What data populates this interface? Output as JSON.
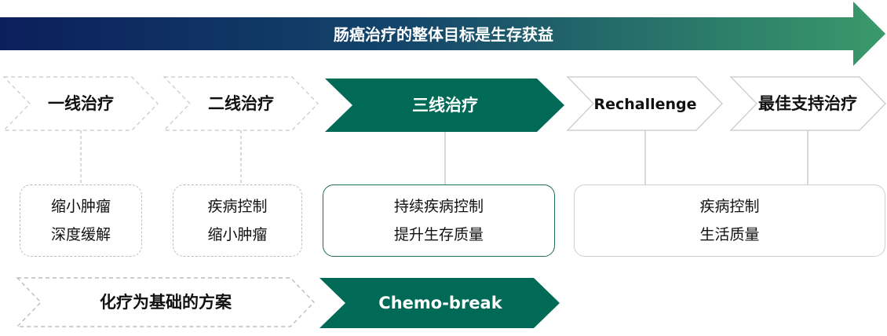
{
  "banner": {
    "title": "肠癌治疗的整体目标是生存获益"
  },
  "lines": [
    {
      "label": "一线治疗",
      "style": "dashed"
    },
    {
      "label": "二线治疗",
      "style": "dashed"
    },
    {
      "label": "三线治疗",
      "style": "filled"
    },
    {
      "label": "Rechallenge",
      "style": "outline"
    },
    {
      "label": "最佳支持治疗",
      "style": "outline"
    }
  ],
  "goals": [
    {
      "lines": [
        "缩小肿瘤",
        "深度缓解"
      ]
    },
    {
      "lines": [
        "疾病控制",
        "缩小肿瘤"
      ]
    },
    {
      "lines": [
        "持续疾病控制",
        "提升生存质量"
      ]
    },
    {
      "lines": [
        "疾病控制",
        "生活质量"
      ]
    }
  ],
  "regimens": [
    {
      "label": "化疗为基础的方案",
      "style": "dashed"
    },
    {
      "label": "Chemo-break",
      "style": "filled"
    }
  ],
  "colors": {
    "banner_start": "#0b1f5c",
    "banner_end": "#3a9a6a",
    "dark_green": "#016a56",
    "text_dark": "#111111",
    "text_light": "#ffffff"
  }
}
